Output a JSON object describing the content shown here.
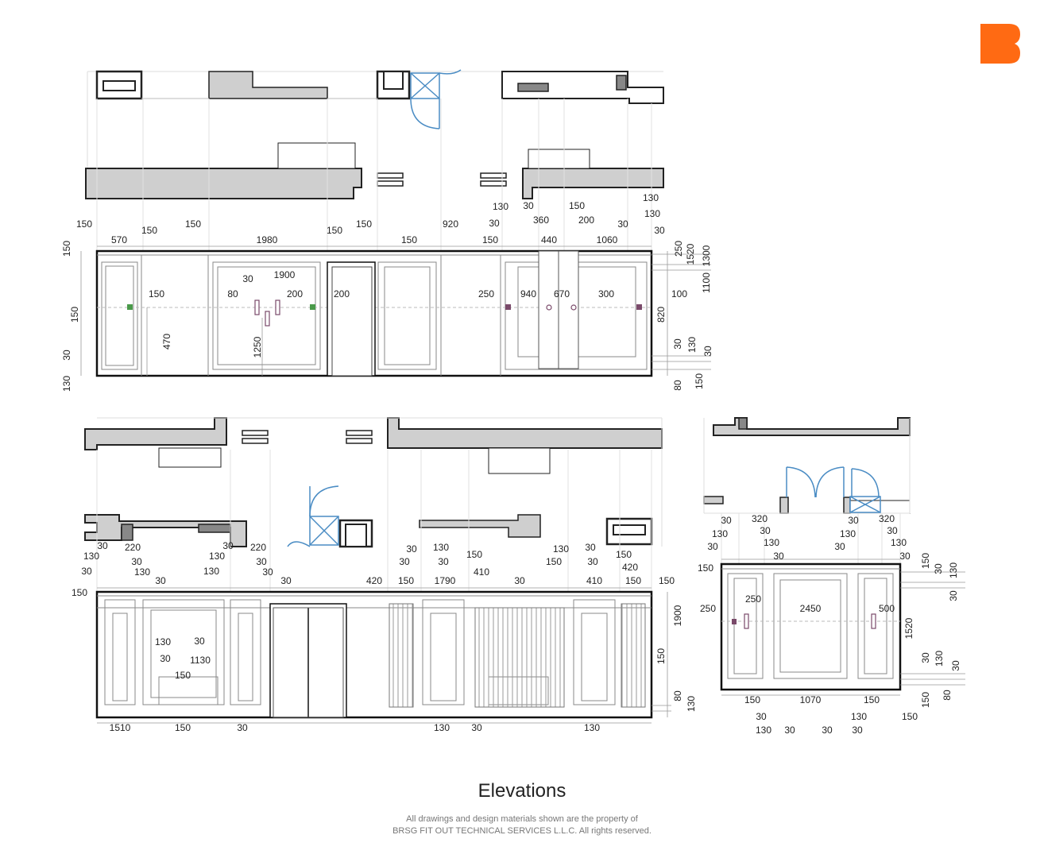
{
  "page": {
    "title": "Elevations",
    "notice_line1": "All drawings and design materials shown are the property of",
    "notice_line2": "BRSG FIT OUT TECHNICAL SERVICES L.L.C. All rights reserved.",
    "brand_color": "#ff6a13",
    "logo_icon": "brand-logo-icon"
  },
  "elevations": [
    {
      "id": "elevation-a",
      "labels": [
        "150",
        "570",
        "150",
        "150",
        "1980",
        "150",
        "150",
        "920",
        "150",
        "130",
        "30",
        "150",
        "30",
        "360",
        "200",
        "150",
        "440",
        "130",
        "30",
        "1060",
        "130",
        "30",
        "150",
        "150",
        "30",
        "130",
        "30",
        "1900",
        "150",
        "80",
        "200",
        "200",
        "250",
        "940",
        "670",
        "300",
        "100",
        "820",
        "470",
        "1250",
        "250",
        "1520",
        "1300",
        "1100",
        "30",
        "130",
        "30",
        "80",
        "150"
      ]
    },
    {
      "id": "elevation-b",
      "labels": [
        "30",
        "220",
        "130",
        "30",
        "30",
        "130",
        "30",
        "30",
        "220",
        "130",
        "30",
        "130",
        "30",
        "30",
        "150",
        "30",
        "130",
        "30",
        "30",
        "150",
        "410",
        "420",
        "150",
        "1790",
        "30",
        "130",
        "30",
        "150",
        "30",
        "150",
        "420",
        "410",
        "150",
        "150",
        "1900",
        "150",
        "80",
        "130",
        "130",
        "30",
        "30",
        "1130",
        "150",
        "1510",
        "150",
        "30",
        "130",
        "30",
        "130"
      ]
    },
    {
      "id": "elevation-c",
      "labels": [
        "30",
        "320",
        "130",
        "30",
        "30",
        "130",
        "30",
        "30",
        "320",
        "130",
        "30",
        "30",
        "130",
        "30",
        "150",
        "150",
        "30",
        "130",
        "30",
        "250",
        "250",
        "2450",
        "500",
        "1520",
        "30",
        "130",
        "30",
        "150",
        "80",
        "150",
        "1070",
        "150",
        "30",
        "130",
        "30",
        "30",
        "130",
        "30",
        "150"
      ]
    }
  ]
}
